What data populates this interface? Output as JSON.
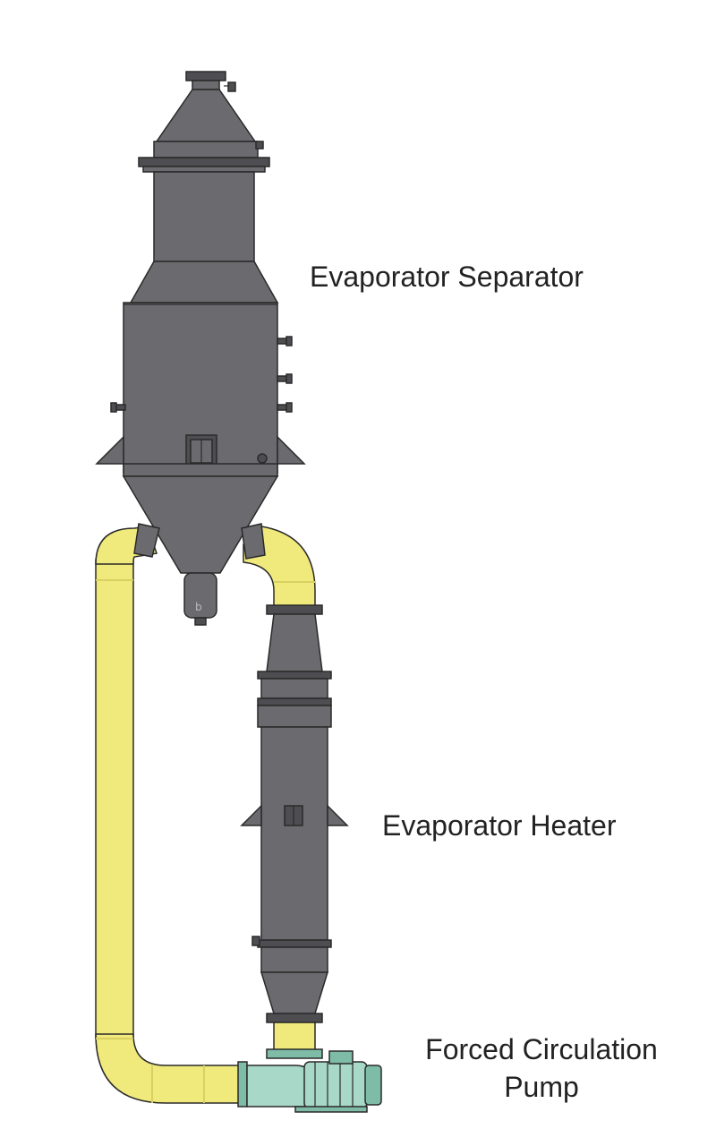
{
  "labels": {
    "separator": "Evaporator Separator",
    "heater": "Evaporator Heater",
    "pump_line1": "Forced Circulation",
    "pump_line2": "Pump"
  },
  "colors": {
    "steel": "#6b6b6f",
    "steel_dark": "#4e4e52",
    "steel_light": "#8a8a8e",
    "pipe": "#f0ea7c",
    "pipe_shade": "#d8d060",
    "pump": "#a8d8c8",
    "pump_shade": "#7fbca8",
    "outline": "#2a2a2a"
  }
}
